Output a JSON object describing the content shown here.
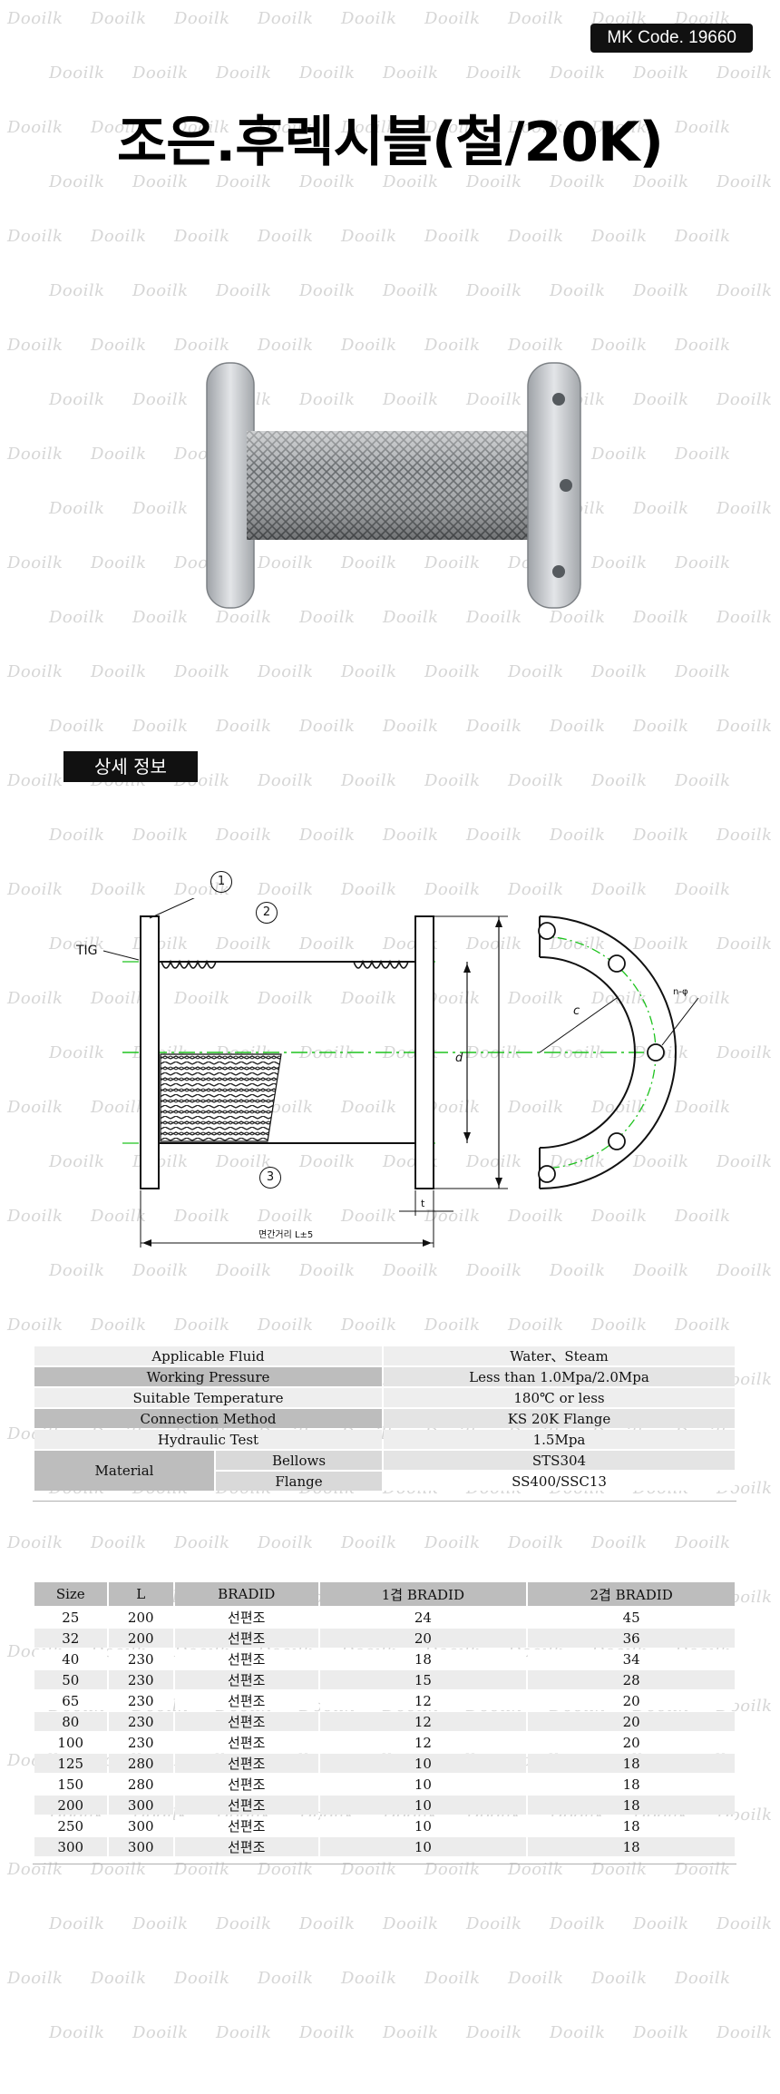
{
  "header": {
    "mk_code": "MK Code. 19660",
    "title": "조은.후렉시블(철/20K)"
  },
  "watermark": "Dooilk",
  "section_label": "상세 정보",
  "drawing": {
    "callouts": [
      "1",
      "2",
      "3"
    ],
    "tig_label": "TIG",
    "dim_c": "c",
    "dim_d": "d",
    "dim_t": "t",
    "dim_n": "n-φ",
    "length_label": "면간거리 L±5"
  },
  "spec": {
    "rows": [
      {
        "key": "Applicable Fluid",
        "value": "Water、Steam"
      },
      {
        "key": "Working Pressure",
        "value": "Less than 1.0Mpa/2.0Mpa"
      },
      {
        "key": "Suitable Temperature",
        "value": "180℃ or less"
      },
      {
        "key": "Connection Method",
        "value": "KS 20K Flange"
      },
      {
        "key": "Hydraulic Test",
        "value": "1.5Mpa"
      }
    ],
    "material": {
      "label": "Material",
      "bellows_label": "Bellows",
      "bellows_value": "STS304",
      "flange_label": "Flange",
      "flange_value": "SS400/SSC13"
    }
  },
  "size_table": {
    "headers": [
      "Size",
      "L",
      "BRADID",
      "1겹 BRADID",
      "2겹 BRADID"
    ],
    "rows": [
      [
        "25",
        "200",
        "선편조",
        "24",
        "45"
      ],
      [
        "32",
        "200",
        "선편조",
        "20",
        "36"
      ],
      [
        "40",
        "230",
        "선편조",
        "18",
        "34"
      ],
      [
        "50",
        "230",
        "선편조",
        "15",
        "28"
      ],
      [
        "65",
        "230",
        "선편조",
        "12",
        "20"
      ],
      [
        "80",
        "230",
        "선편조",
        "12",
        "20"
      ],
      [
        "100",
        "230",
        "선편조",
        "12",
        "20"
      ],
      [
        "125",
        "280",
        "선편조",
        "10",
        "18"
      ],
      [
        "150",
        "280",
        "선편조",
        "10",
        "18"
      ],
      [
        "200",
        "300",
        "선편조",
        "10",
        "18"
      ],
      [
        "250",
        "300",
        "선편조",
        "10",
        "18"
      ],
      [
        "300",
        "300",
        "선편조",
        "10",
        "18"
      ]
    ]
  }
}
